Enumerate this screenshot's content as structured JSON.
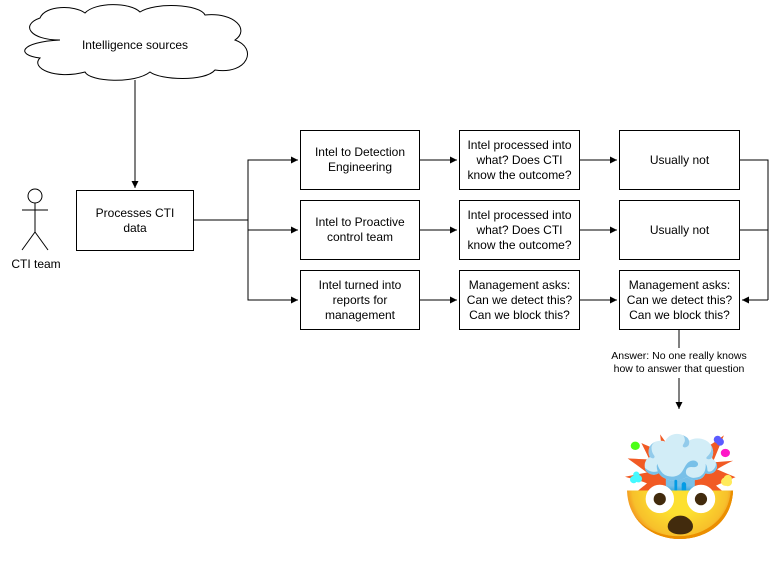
{
  "diagram": {
    "cloud": {
      "label": "Intelligence sources"
    },
    "actor": {
      "label": "CTI team"
    },
    "process": {
      "label": "Processes CTI\ndata"
    },
    "rows": [
      {
        "intel": "Intel to Detection\nEngineering",
        "question": "Intel processed into\nwhat? Does CTI\nknow the outcome?",
        "result": "Usually not"
      },
      {
        "intel": "Intel to Proactive\ncontrol team",
        "question": "Intel processed into\nwhat? Does CTI\nknow the outcome?",
        "result": "Usually not"
      },
      {
        "intel": "Intel turned into\nreports for\nmanagement",
        "question": "Management asks:\nCan we detect this?\nCan we block this?",
        "result": "Management asks:\nCan we detect this?\nCan we block this?"
      }
    ],
    "answer": "Answer: No one really knows\nhow to answer that question",
    "emoji": {
      "name": "exploding-head-emoji",
      "glyph": "🤯"
    }
  },
  "colors": {
    "stroke": "#000000",
    "background": "#ffffff"
  }
}
